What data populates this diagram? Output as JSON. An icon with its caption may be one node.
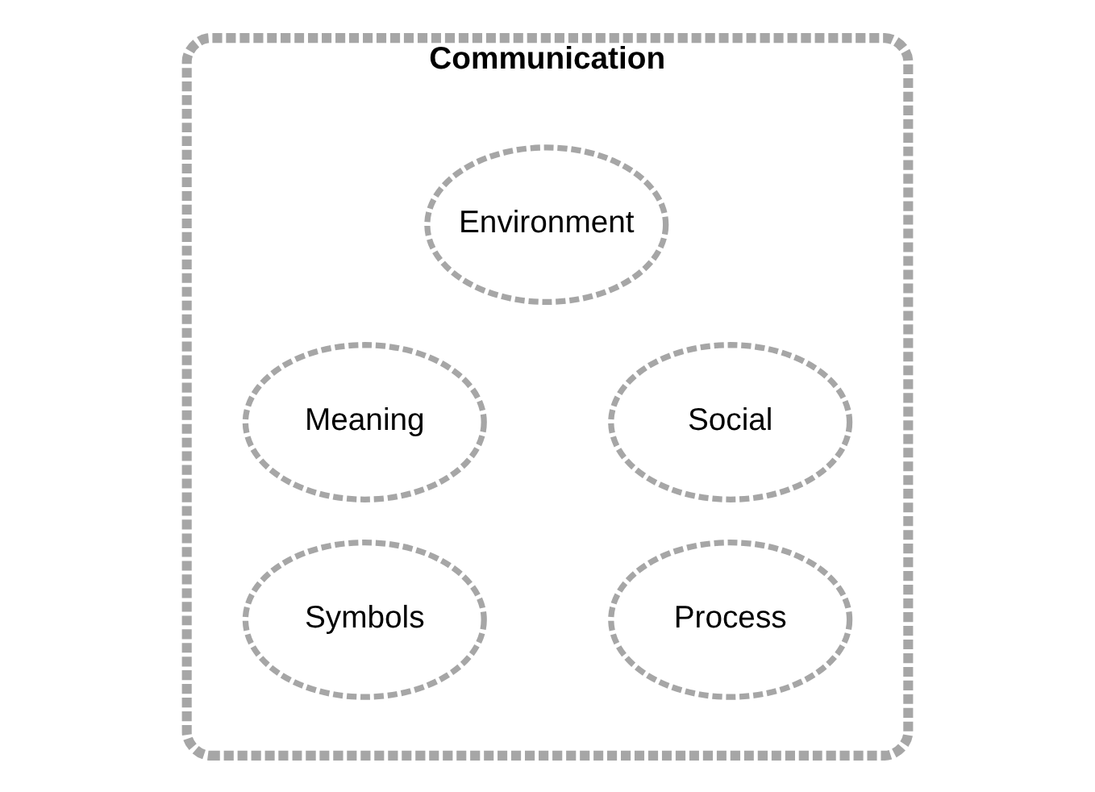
{
  "diagram": {
    "nodes": [
      {
        "text": [
          "Communication"
        ]
      },
      {
        "text": [
          "Environment"
        ],
        "in": 0
      },
      {
        "text": [
          "Meaning"
        ],
        "in": 0
      },
      {
        "text": [
          "Social"
        ],
        "in": 0
      },
      {
        "text": [
          "Symbols"
        ],
        "in": 0
      },
      {
        "text": [
          "Process"
        ],
        "in": 0
      }
    ],
    "edges": []
  }
}
